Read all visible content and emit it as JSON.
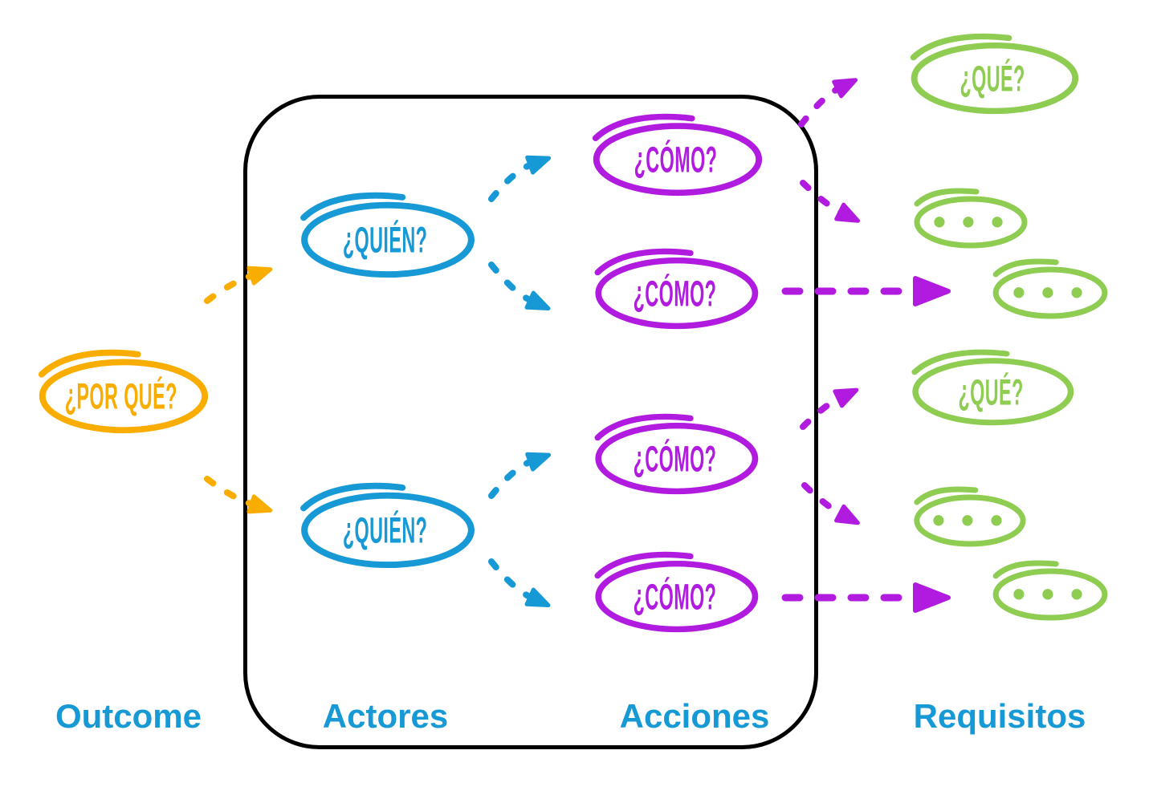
{
  "colors": {
    "outcome_orange": "#F8AD00",
    "actors_blue": "#1799D6",
    "actions_purple": "#B01BDF",
    "requirements_green": "#8FCC52",
    "frame_black": "#000000"
  },
  "columns": {
    "outcome": "Outcome",
    "actors": "Actores",
    "actions": "Acciones",
    "requirements": "Requisitos"
  },
  "nodes": {
    "por_que": {
      "label": "¿POR QUÉ?"
    },
    "quien_1": {
      "label": "¿QUIÉN?"
    },
    "quien_2": {
      "label": "¿QUIÉN?"
    },
    "como_1": {
      "label": "¿CÓMO?"
    },
    "como_2": {
      "label": "¿CÓMO?"
    },
    "como_3": {
      "label": "¿CÓMO?"
    },
    "como_4": {
      "label": "¿CÓMO?"
    },
    "que_1": {
      "label": "¿QUÉ?"
    },
    "que_2": {
      "label": "¿QUÉ?"
    },
    "dots_1": {
      "label": "•••"
    },
    "dots_2": {
      "label": "•••"
    },
    "dots_3": {
      "label": "•••"
    },
    "dots_4": {
      "label": "•••"
    }
  }
}
